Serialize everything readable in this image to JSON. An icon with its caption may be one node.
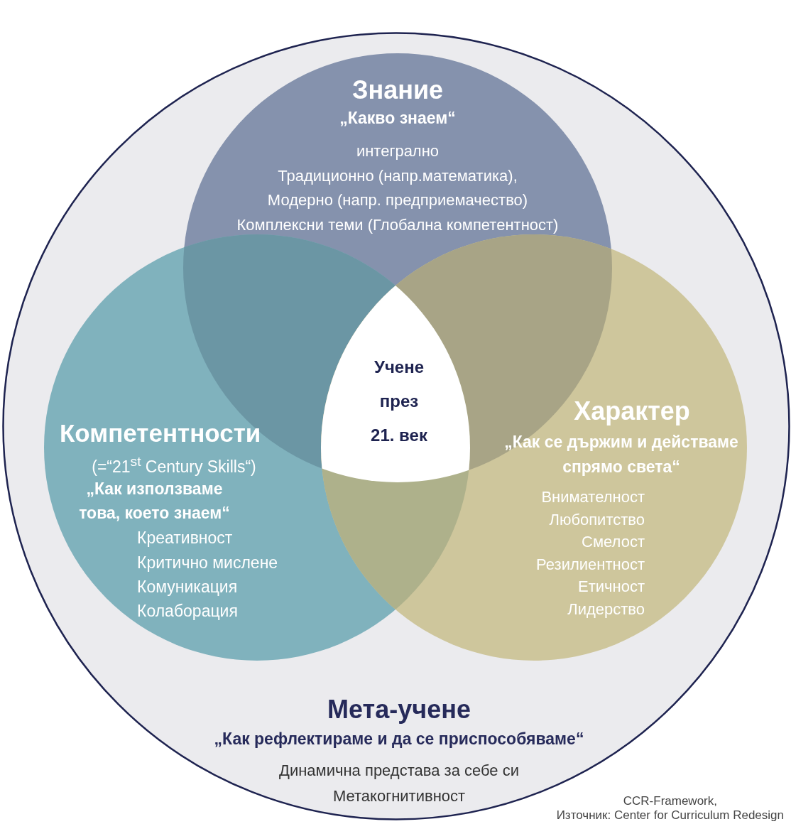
{
  "diagram": {
    "nodes": [
      {
        "text": [
          "Мета-учене",
          "„Как рефлектираме и да се приспособяваме“",
          "Динамична представа за себе си",
          "Метакогнитивност"
        ]
      },
      {
        "text": [
          "Знание",
          "„Какво знаем“",
          "интегрално",
          "Традиционно (напр.математика),",
          "Модерно (напр. предприемачество)",
          "Комплексни теми (Глобална компетентност)"
        ],
        "in": 0
      },
      {
        "text": [
          "Компетентности",
          "(=“21$^{st}$ Century Skills“)",
          "„Как използваме това, което знаем“",
          "Креативност",
          "Критично мислене",
          "Комуникация",
          "Колаборация"
        ],
        "in": 0
      },
      {
        "text": [
          "Характер",
          "„Как се държим и действаме спрямо света“",
          "Внимателност",
          "Любопитство",
          "Смелост",
          "Резилиентност",
          "Етичност",
          "Лидерство"
        ],
        "in": 0
      },
      {
        "text": [
          "Учене през 21. век"
        ],
        "in": 0
      }
    ],
    "labels": [
      "CCR-Framework,",
      "Източник: Center for Curriculum Redesign"
    ]
  }
}
